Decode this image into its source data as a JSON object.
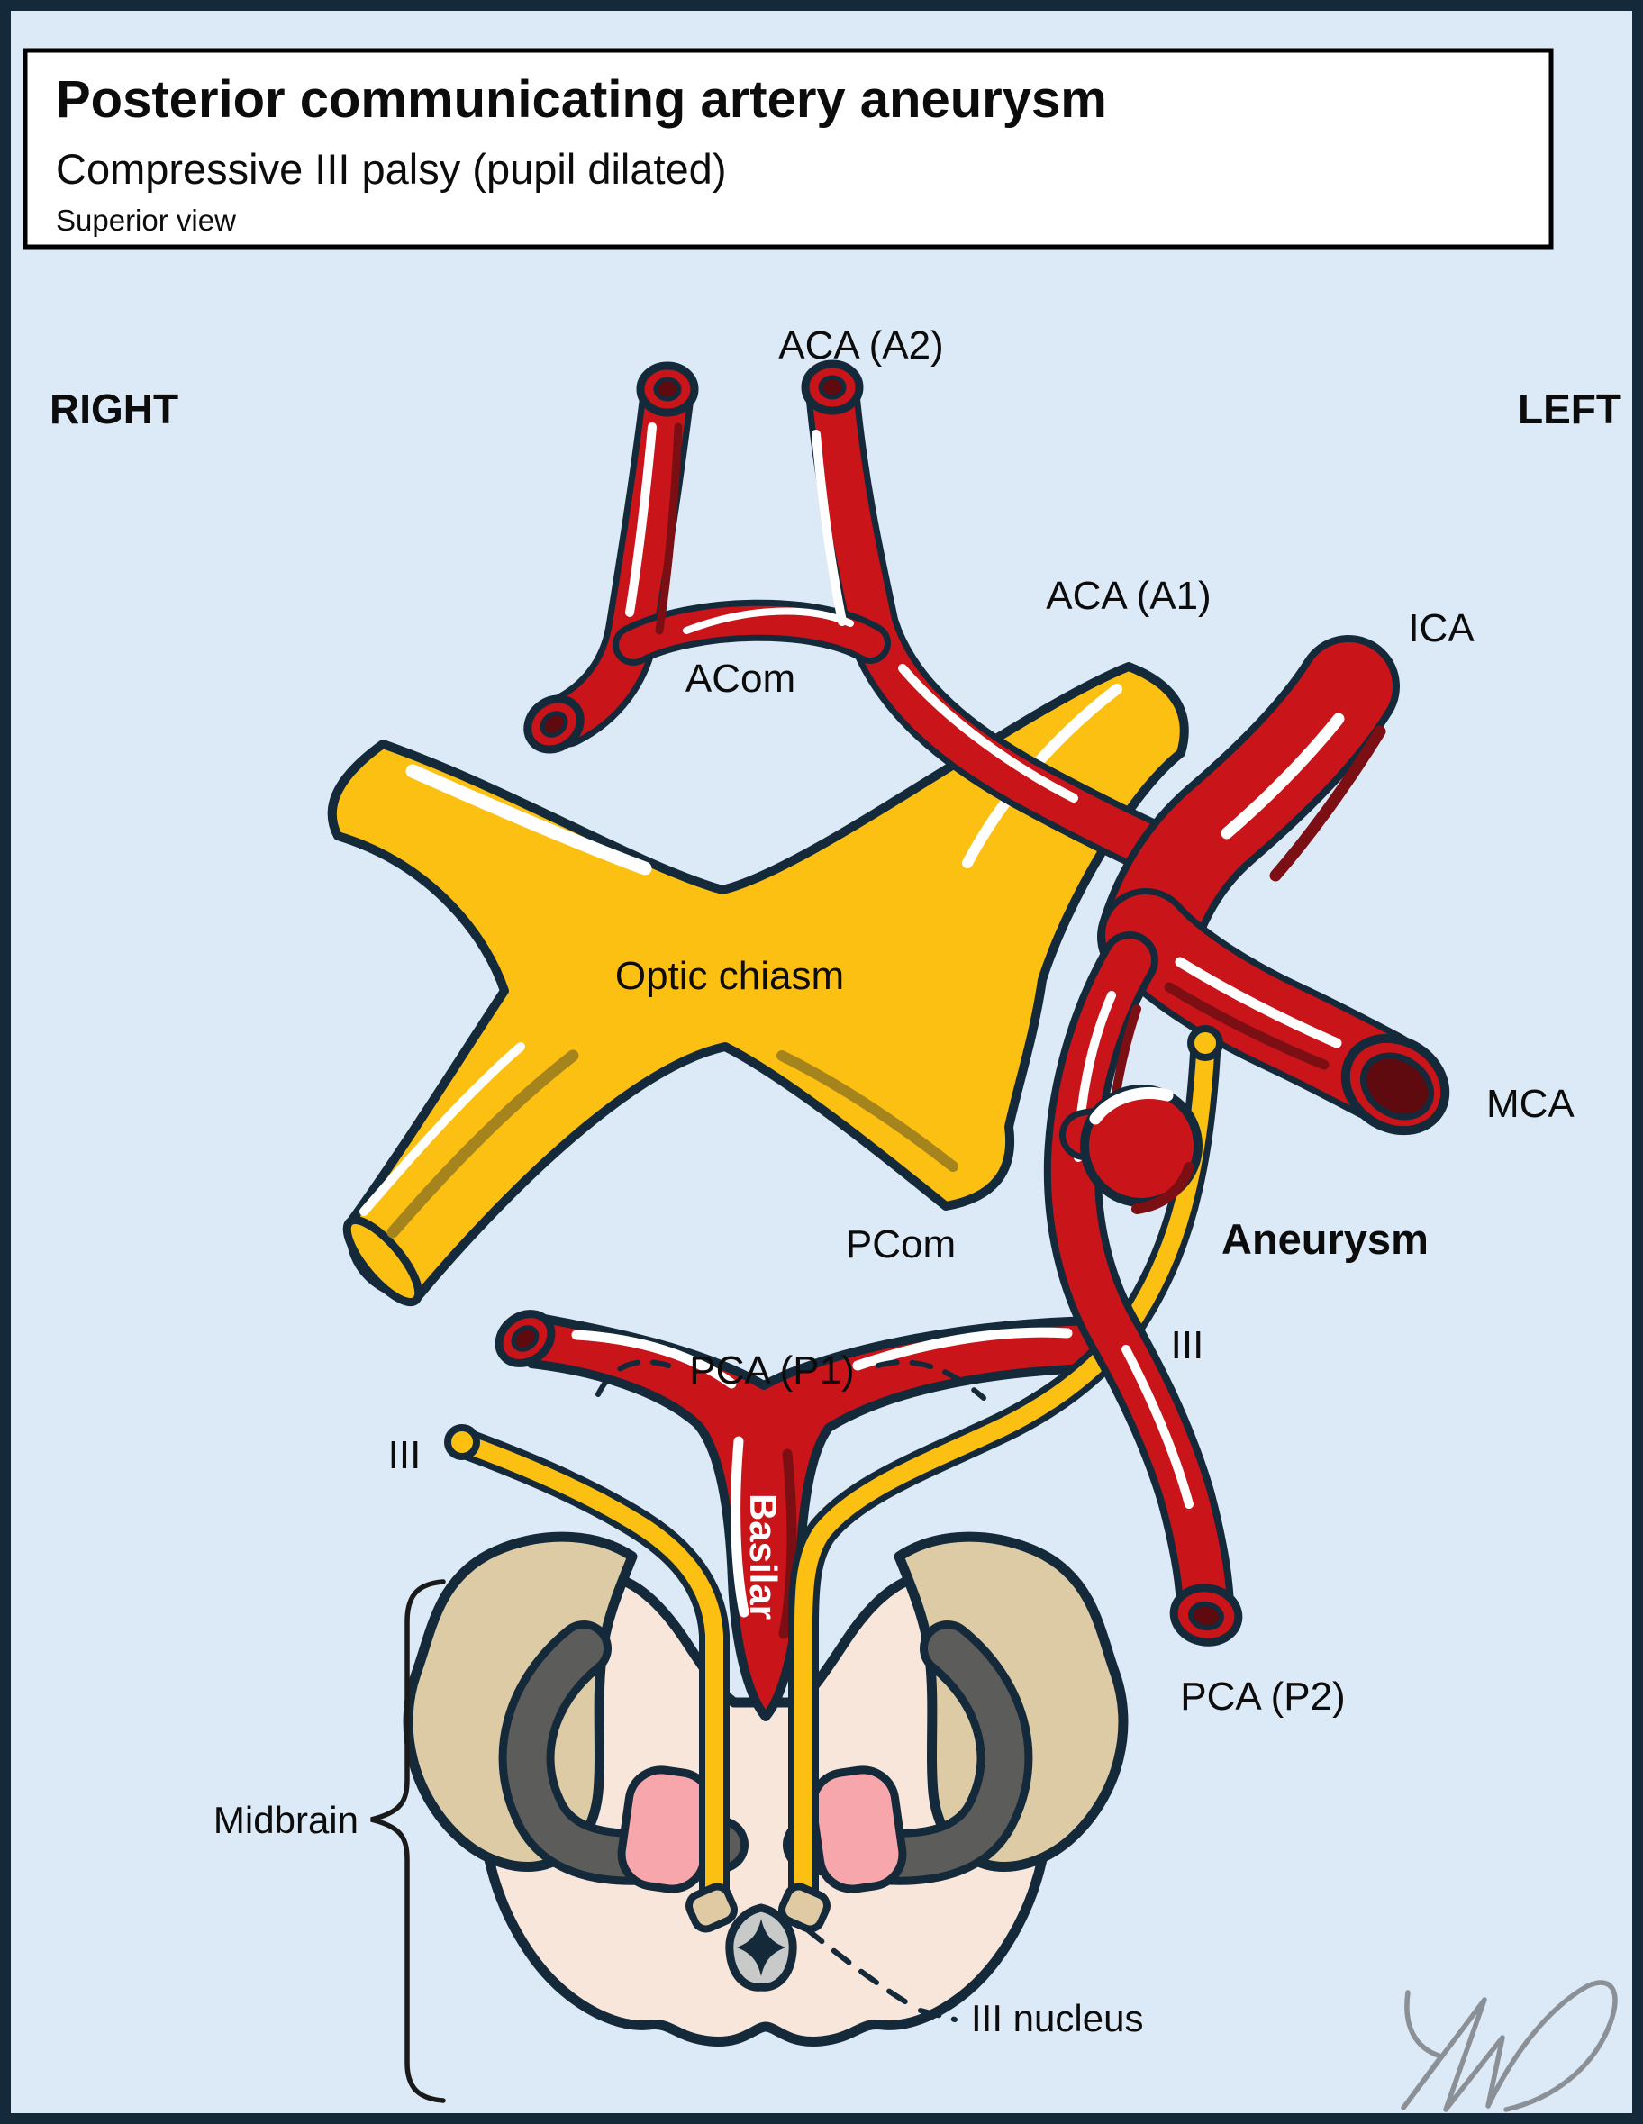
{
  "figure": {
    "title": {
      "heading": "Posterior communicating artery aneurysm",
      "subtitle": "Compressive III palsy (pupil dilated)",
      "view": "Superior view"
    },
    "orientation": {
      "right": "RIGHT",
      "left": "LEFT"
    },
    "labels": {
      "aca_a2": "ACA (A2)",
      "acom": "ACom",
      "aca_a1": "ACA (A1)",
      "ica": "ICA",
      "optic_chiasm": "Optic chiasm",
      "mca": "MCA",
      "aneurysm": "Aneurysm",
      "pcom": "PCom",
      "iii_left_nerve": "III",
      "iii_right_nerve": "III",
      "pca_p1": "PCA (P1)",
      "pca_p2": "PCA (P2)",
      "basilar": "Basilar",
      "midbrain": "Midbrain",
      "iii_nucleus": "III nucleus"
    },
    "colors": {
      "background": "#dce9f6",
      "outline": "#14293a",
      "artery_red": "#c9141a",
      "artery_shade": "#7c0f13",
      "vessel_lumen": "#5f0a0e",
      "nerve_yellow": "#fcc013",
      "nerve_shade": "#a5831d",
      "peduncle_tan": "#ddcba6",
      "substantia_nigra_gray": "#5c5c5a",
      "midbrain_interior": "#f9e6db",
      "red_nucleus_pink": "#f7a6ab",
      "aqueduct_gray": "#c8cac9",
      "nucleus_nub_tan": "#dfcaa4",
      "signature_gray": "#8b9097"
    }
  }
}
